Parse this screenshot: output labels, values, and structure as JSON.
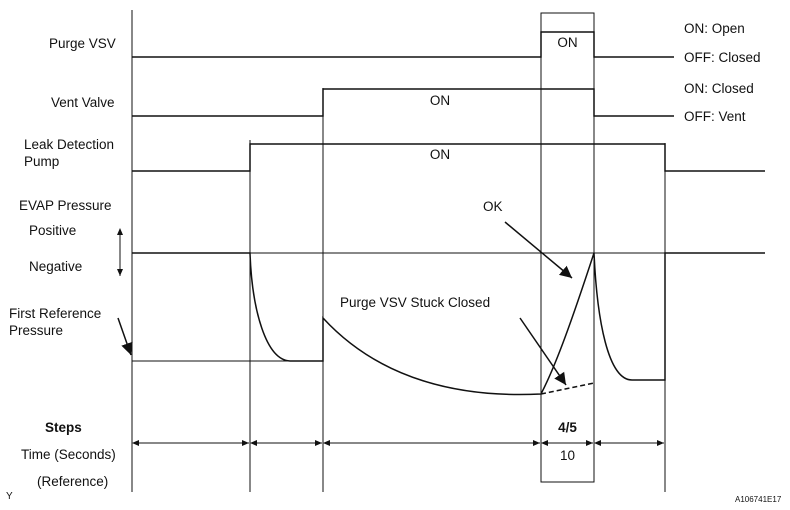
{
  "labels": {
    "purge_vsv": "Purge VSV",
    "vent_valve": "Vent Valve",
    "leak_pump_1": "Leak Detection",
    "leak_pump_2": "Pump",
    "evap_pressure": "EVAP Pressure",
    "positive": "Positive",
    "negative": "Negative",
    "first_ref_1": "First Reference",
    "first_ref_2": "Pressure",
    "steps": "Steps",
    "time": "Time (Seconds)",
    "reference": "(Reference)"
  },
  "states": {
    "purge_on": "ON: Open",
    "purge_off": "OFF: Closed",
    "vent_on": "ON: Closed",
    "vent_off": "OFF: Vent",
    "on": "ON"
  },
  "annotations": {
    "ok": "OK",
    "stuck": "Purge VSV Stuck Closed"
  },
  "steps_row": {
    "step": "4/5",
    "seconds": "10"
  },
  "footer": {
    "corner_mark": "Y",
    "figure_id": "A106741E17"
  }
}
